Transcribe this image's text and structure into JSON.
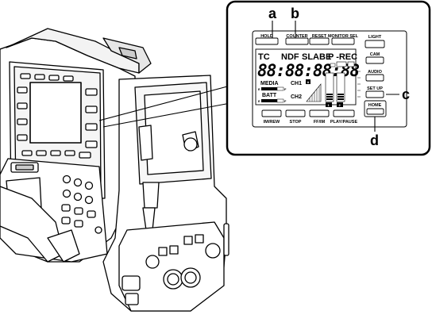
{
  "callouts": {
    "a": "a",
    "b": "b",
    "c": "c",
    "d": "d"
  },
  "panel_buttons": {
    "hold": "HOLD",
    "counter": "COUNTER",
    "reset": "RESET",
    "monitor_sel": "MONITOR SEL",
    "light": "LIGHT",
    "cam": "CAM",
    "audio": "AUDIO",
    "set_up": "SET UP",
    "home": "HOME",
    "rew": "IM/REW",
    "stop": "STOP",
    "ff": "FF/IM",
    "play_pause": "PLAY/PAUSE"
  },
  "lcd": {
    "tc": "TC",
    "ndf": "NDF",
    "slabe": "SLABE",
    "p_rec": "P -REC",
    "time_digits": "88:88:88:88",
    "media": "MEDIA",
    "batt": "BATT",
    "e": "E",
    "f": "F",
    "ch1": "CH1",
    "ch2": "CH2",
    "a_marker": "A",
    "channel_1": "1",
    "channel_2": "2"
  }
}
